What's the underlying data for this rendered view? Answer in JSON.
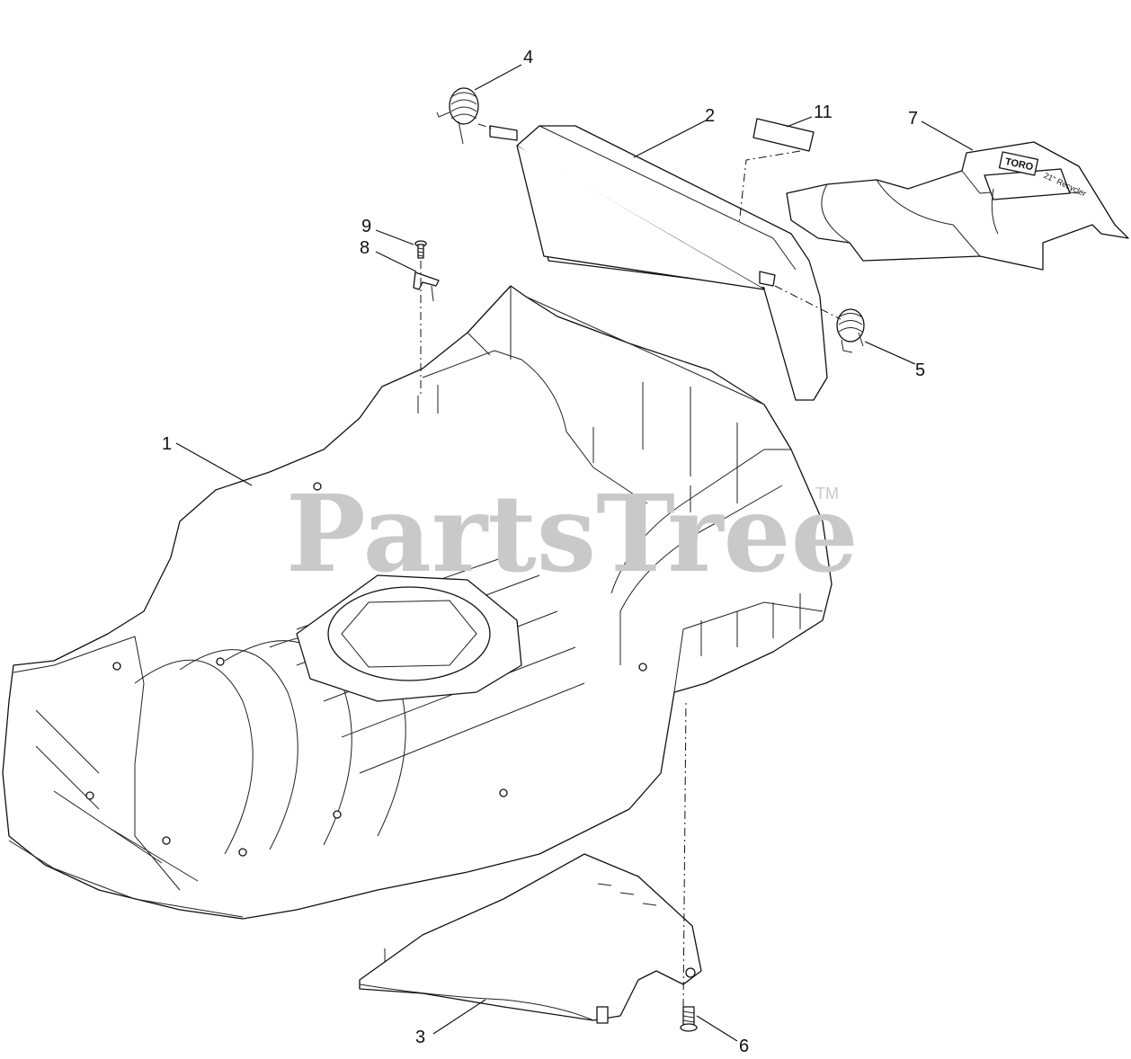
{
  "watermark": {
    "text": "PartsTree",
    "trademark": "TM"
  },
  "callouts": [
    {
      "id": "1",
      "label": "1"
    },
    {
      "id": "2",
      "label": "2"
    },
    {
      "id": "3",
      "label": "3"
    },
    {
      "id": "4",
      "label": "4"
    },
    {
      "id": "5",
      "label": "5"
    },
    {
      "id": "6",
      "label": "6"
    },
    {
      "id": "7",
      "label": "7"
    },
    {
      "id": "8",
      "label": "8"
    },
    {
      "id": "9",
      "label": "9"
    },
    {
      "id": "11",
      "label": "11"
    }
  ],
  "bag_logo": {
    "brand": "TORO",
    "model": "21\" Recycler"
  }
}
